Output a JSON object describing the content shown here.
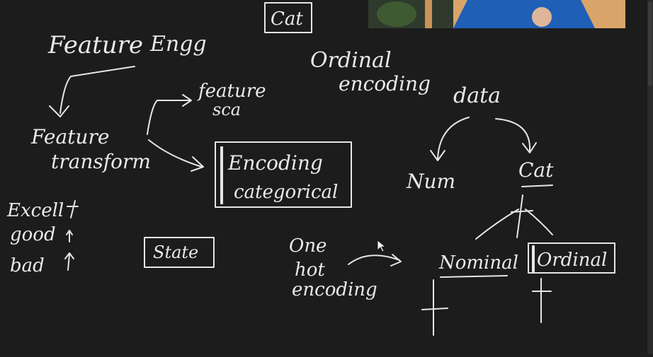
{
  "whiteboard": {
    "labels": {
      "cat_top": "Cat",
      "feature": "Feature",
      "engg": "Engg",
      "ordinal": "Ordinal",
      "encoding": "encoding",
      "feature_small": "feature",
      "sca": "sca",
      "data": "data",
      "feature_transform_1": "Feature",
      "feature_transform_2": "transform",
      "encoding_box_1": "Encoding",
      "encoding_box_2": "categorical",
      "num": "Num",
      "cat_right": "Cat",
      "excell": "Excell",
      "good": "good",
      "bad": "bad",
      "state": "State",
      "one": "One",
      "hot": "hot",
      "encoding_onehot": "encoding",
      "nominal": "Nominal",
      "ordinal_box": "Ordinal"
    },
    "colors": {
      "background": "#1c1c1c",
      "ink": "#e9e9e9"
    }
  },
  "webcam": {
    "shirt_color": "#1f5fb6",
    "wall_color": "#d9a46a"
  }
}
